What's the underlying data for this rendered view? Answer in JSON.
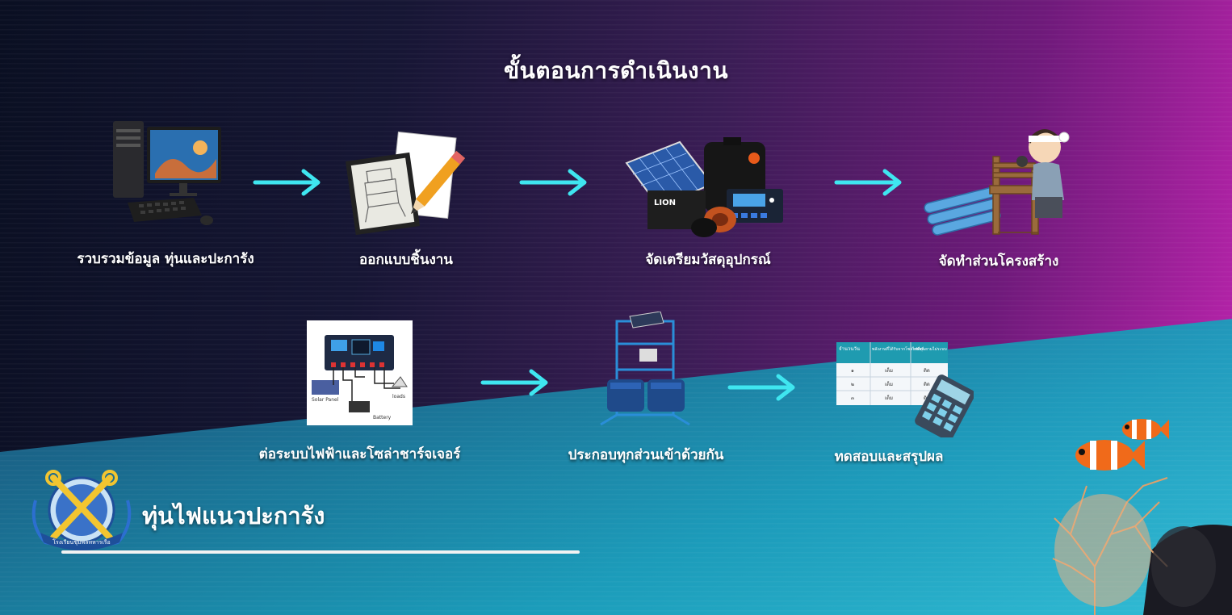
{
  "page_title": "ขั้นตอนการดำเนินงาน",
  "steps": [
    {
      "label": "รวบรวมข้อมูล ทุ่นและปะการัง",
      "icon": "computer-icon"
    },
    {
      "label": "ออกแบบชิ้นงาน",
      "icon": "sketch-pencil-icon"
    },
    {
      "label": "จัดเตรียมวัสดุอุปกรณ์",
      "icon": "materials-icon"
    },
    {
      "label": "จัดทำส่วนโครงสร้าง",
      "icon": "carpenter-icon"
    },
    {
      "label": "ต่อระบบไฟฟ้าและโซล่าชาร์จเจอร์",
      "icon": "solar-wiring-icon"
    },
    {
      "label": "ประกอบทุกส่วนเข้าด้วยกัน",
      "icon": "assembled-buoy-icon"
    },
    {
      "label": "ทดสอบและสรุปผล",
      "icon": "table-calculator-icon"
    }
  ],
  "wiring_diagram": {
    "solar_panel": "Solar Panel",
    "battery": "Battery",
    "loads": "loads"
  },
  "results_table": {
    "headers": [
      "จำนวนวัน",
      "พลังงานที่ได้รับจากโซล่าเซลล์",
      "ไฟที่ทุ่นยามไม่ระบบ"
    ],
    "rows": [
      [
        "๑",
        "เต็ม",
        "ติด"
      ],
      [
        "๒",
        "เต็ม",
        "ติด"
      ],
      [
        "๓",
        "เต็ม",
        "ติด"
      ]
    ]
  },
  "footer": {
    "project_title": "ทุ่นไฟแนวปะการัง",
    "logo_text": "โรงเรียนชุมพลทหารเรือ"
  },
  "colors": {
    "arrow": "#3fe6f0",
    "accent_pink": "#c024b0",
    "accent_teal": "#2bc5d8"
  }
}
